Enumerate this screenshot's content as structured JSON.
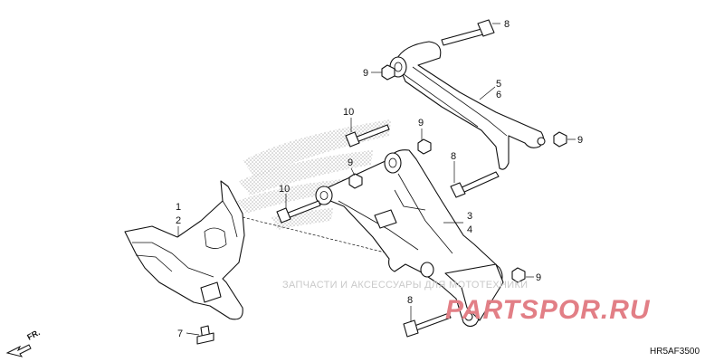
{
  "diagram": {
    "callouts": [
      {
        "id": "c1",
        "text": "1"
      },
      {
        "id": "c2",
        "text": "2"
      },
      {
        "id": "c3",
        "text": "3"
      },
      {
        "id": "c4",
        "text": "4"
      },
      {
        "id": "c5",
        "text": "5"
      },
      {
        "id": "c6",
        "text": "6"
      },
      {
        "id": "c7",
        "text": "7"
      },
      {
        "id": "c8a",
        "text": "8"
      },
      {
        "id": "c8b",
        "text": "8"
      },
      {
        "id": "c8c",
        "text": "8"
      },
      {
        "id": "c9a",
        "text": "9"
      },
      {
        "id": "c9b",
        "text": "9"
      },
      {
        "id": "c9c",
        "text": "9"
      },
      {
        "id": "c9d",
        "text": "9"
      },
      {
        "id": "c9e",
        "text": "9"
      },
      {
        "id": "c10a",
        "text": "10"
      },
      {
        "id": "c10b",
        "text": "10"
      }
    ],
    "direction_label": "FR.",
    "diagram_code": "HR5AF3500"
  },
  "watermark": {
    "caption": "ЗАПЧАСТИ И АКСЕССУАРЫ ДЛЯ МОТОТЕХНИКИ",
    "logo": "PARTSPOR.RU",
    "logo_color": "#e27f86"
  }
}
